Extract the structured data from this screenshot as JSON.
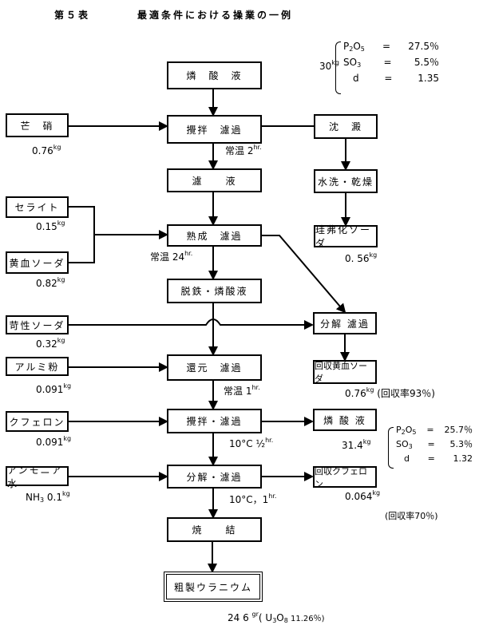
{
  "title": {
    "table_number": "第５表",
    "caption": "最適条件における操業の一例"
  },
  "nodes": {
    "phosphoric_acid_in": "燐　酸　液",
    "stir_filter_1": "攪拌　濾過",
    "filtrate": "濾　　液",
    "aging_filter": "熟成　濾過",
    "defe_phosphoric": "脱鉄・燐酸液",
    "reduction_filter": "還元　濾過",
    "stir_filter_2": "攪拌・濾過",
    "decomp_filter": "分解・濾過",
    "sintering": "焼　　結",
    "crude_uranium": "粗製ウラニウム",
    "mirabilite": "芒　硝",
    "celite": "セライト",
    "yellow_prussiate": "黄血ソーダ",
    "caustic_soda": "苛性ソーダ",
    "aluminum_powder": "アルミ粉",
    "cupferron": "クフェロン",
    "ammonia_water": "アンモニア水",
    "precipitate": "沈　澱",
    "wash_dry": "水洗・乾燥",
    "sodium_silicofluoride": "珪弗化ソーダ",
    "decomp_filter_right": "分解 濾過",
    "recovered_prussiate": "回収黄血ソーダ",
    "phosphoric_acid_out": "燐 酸 液",
    "recovered_cupferron": "回収クフェロン"
  },
  "input_amounts": {
    "mirabilite": "0.76",
    "celite": "0.15",
    "yellow_prussiate": "0.82",
    "caustic_soda": "0.32",
    "aluminum_powder": "0.091",
    "cupferron": "0.091",
    "ammonia_prefix": "NH",
    "ammonia_sub": "3",
    "ammonia_value": "0.1",
    "unit_kg": "kg"
  },
  "conditions": {
    "stir_filter_1": {
      "text": "常温 2",
      "unit": "hr."
    },
    "aging_filter": {
      "text": "常温 24",
      "unit": "hr."
    },
    "reduction_filter": {
      "text": "常温 1",
      "unit": "hr."
    },
    "stir_filter_2": {
      "text": "10°C ½",
      "unit": "hr."
    },
    "decomp_filter": {
      "text": "10°C，1",
      "unit": "hr."
    }
  },
  "outputs": {
    "sodium_silicofluoride": "0. 56",
    "recovered_prussiate": "0.76",
    "recovered_prussiate_rate": "(回収率93％)",
    "phosphoric_acid_out": "31.4",
    "recovered_cupferron": "0.064",
    "recovered_cupferron_rate": "(回収率70％)",
    "crude_uranium_amount": "24 6",
    "crude_uranium_unit": "gr",
    "crude_uranium_formula_open": "( U",
    "crude_uranium_formula_sub1": "3",
    "crude_uranium_formula_mid": "O",
    "crude_uranium_formula_sub2": "8",
    "crude_uranium_formula_close": " 11.26％)"
  },
  "feed_composition": {
    "mass": "30",
    "unit": "kg",
    "rows": [
      {
        "name": "P",
        "sub": "2",
        "name2": "O",
        "sub2": "5",
        "eq": "=",
        "value": "27.5％"
      },
      {
        "name": "SO",
        "sub": "3",
        "name2": "",
        "sub2": "",
        "eq": "=",
        "value": "5.5％"
      },
      {
        "name": "d",
        "sub": "",
        "name2": "",
        "sub2": "",
        "eq": "=",
        "value": "1.35"
      }
    ]
  },
  "product_composition": {
    "rows": [
      {
        "name": "P",
        "sub": "2",
        "name2": "O",
        "sub2": "5",
        "eq": "=",
        "value": "25.7％"
      },
      {
        "name": "SO",
        "sub": "3",
        "name2": "",
        "sub2": "",
        "eq": "=",
        "value": "5.3％"
      },
      {
        "name": "d",
        "sub": "",
        "name2": "",
        "sub2": "",
        "eq": "=",
        "value": "1.32"
      }
    ]
  }
}
